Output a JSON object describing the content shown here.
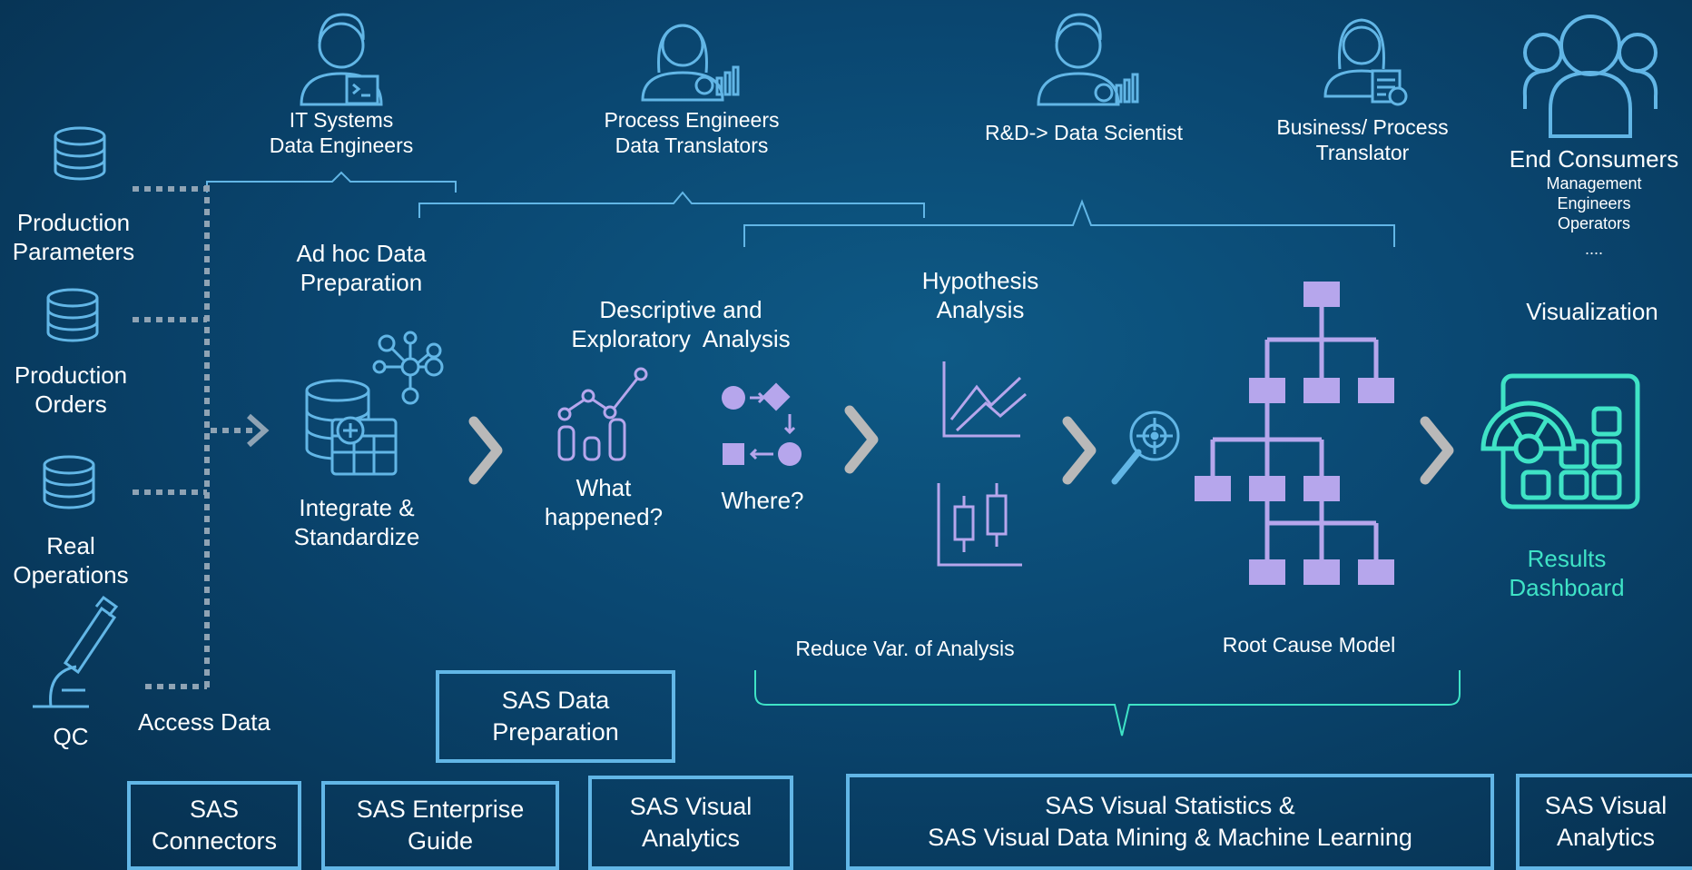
{
  "personas": {
    "it": {
      "line1": "IT Systems",
      "line2": "Data Engineers"
    },
    "process": {
      "line1": "Process Engineers",
      "line2": "Data Translators"
    },
    "rnd": {
      "line1": "R&D-> Data Scientist"
    },
    "business": {
      "line1": "Business/ Process",
      "line2": "Translator"
    },
    "consumers": {
      "title": "End Consumers",
      "sub1": "Management",
      "sub2": "Engineers",
      "sub3": "Operators",
      "sub4": "...."
    }
  },
  "sources": {
    "production_parameters": {
      "line1": "Production",
      "line2": "Parameters"
    },
    "production_orders": {
      "line1": "Production",
      "line2": "Orders"
    },
    "real_operations": {
      "line1": "Real",
      "line2": "Operations"
    },
    "qc": {
      "line1": "QC"
    },
    "access_data": "Access Data"
  },
  "steps": {
    "adhoc": {
      "line1": "Ad hoc Data",
      "line2": "Preparation"
    },
    "integrate": {
      "line1": "Integrate &",
      "line2": "Standardize"
    },
    "descriptive": {
      "line1": "Descriptive and",
      "line2": "Exploratory  Analysis"
    },
    "what": {
      "line1": "What",
      "line2": "happened?"
    },
    "where": "Where?",
    "hypothesis": {
      "line1": "Hypothesis",
      "line2": "Analysis"
    },
    "reduce": "Reduce Var. of Analysis",
    "root_cause": "Root Cause Model",
    "visualization": "Visualization",
    "results": {
      "line1": "Results",
      "line2": "Dashboard"
    }
  },
  "tools": {
    "data_prep": {
      "line1": "SAS Data",
      "line2": "Preparation"
    },
    "connectors": {
      "line1": "SAS",
      "line2": "Connectors"
    },
    "enterprise_guide": {
      "line1": "SAS Enterprise",
      "line2": "Guide"
    },
    "visual_analytics_1": {
      "line1": "SAS Visual",
      "line2": "Analytics"
    },
    "visual_statistics": {
      "line1": "SAS Visual Statistics &",
      "line2": "SAS Visual Data Mining & Machine Learning"
    },
    "visual_analytics_2": {
      "line1": "SAS Visual",
      "line2": "Analytics"
    }
  },
  "colors": {
    "icon_blue": "#62b6e6",
    "lavender": "#b6a6ec",
    "teal": "#3fe3c6",
    "chevron": "#b9b9b9",
    "dotted": "#8fa3b4"
  }
}
